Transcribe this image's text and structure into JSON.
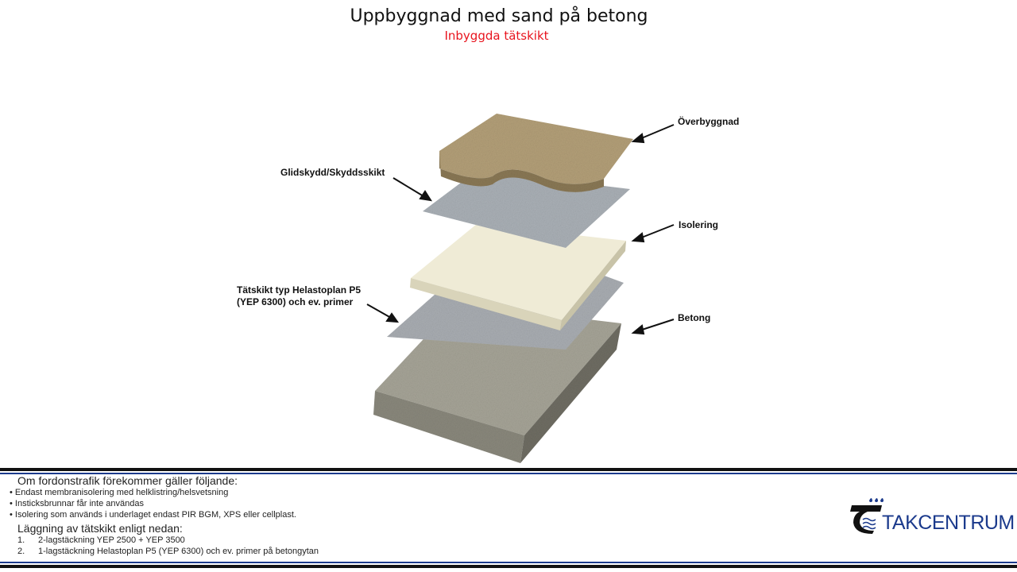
{
  "header": {
    "title": "Uppbyggnad med sand på betong",
    "subtitle": "Inbyggda tätskikt"
  },
  "labels": {
    "overbyggnad": "Överbyggnad",
    "glidskydd": "Glidskydd/Skyddsskikt",
    "isolering": "Isolering",
    "tatskikt_line1": "Tätskikt typ Helastoplan P5",
    "tatskikt_line2": "(YEP 6300) och ev. primer",
    "betong": "Betong"
  },
  "notes": {
    "heading1": "Om fordonstrafik förekommer gäller följande:",
    "bullets": [
      "Endast membranisolering med helklistring/helsvetsning",
      "Insticksbrunnar får inte användas",
      "Isolering som används i underlaget endast PIR BGM, XPS eller cellplast."
    ],
    "heading2": "Läggning av tätskikt enligt nedan:",
    "numbered": [
      {
        "num": "1.",
        "text": "2-lagstäckning YEP 2500 + YEP 3500"
      },
      {
        "num": "2.",
        "text": "1-lagstäckning Helastoplan P5 (YEP 6300) och ev. primer på betongytan"
      }
    ]
  },
  "logo": {
    "text": "TAKCENTRUM"
  },
  "colors": {
    "title": "#111111",
    "subtitle": "#e8141e",
    "brand": "#1b3a8c"
  }
}
